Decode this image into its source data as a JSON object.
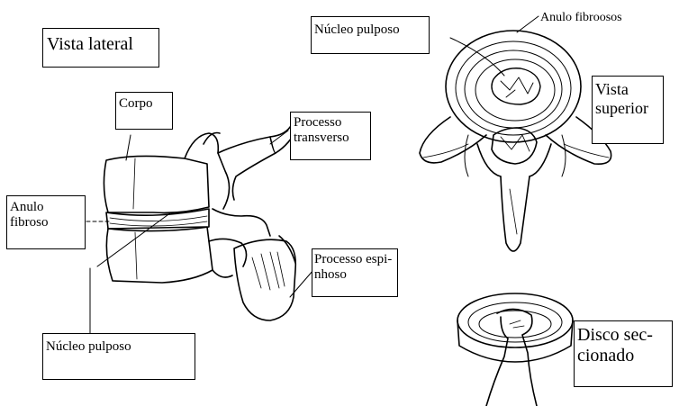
{
  "labels": {
    "lateral_view": "Vista lateral",
    "body": "Corpo",
    "transverse_process": [
      "Processo",
      "transverso"
    ],
    "annulus_left": [
      "Anulo",
      "fibroso"
    ],
    "spinous_process": [
      "Processo espi-",
      "nhoso"
    ],
    "nucleus_left": "Núcleo pulposo",
    "nucleus_top": "Núcleo pulposo",
    "annulus_top": "Anulo fibroosos",
    "superior_view": [
      "Vista",
      "superior"
    ],
    "sectioned_disc": [
      "Disco sec-",
      "cionado"
    ]
  }
}
